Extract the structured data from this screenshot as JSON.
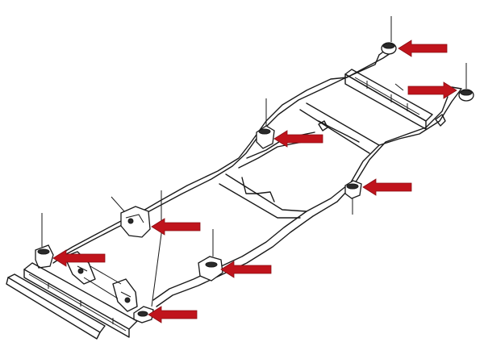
{
  "colors": {
    "arrow": "#c0141c",
    "line": "#1a1a1a",
    "background": "#ffffff"
  },
  "markers": [
    {
      "id": "rear-left-bushing",
      "direction": "left"
    },
    {
      "id": "rear-right-bushing",
      "direction": "right"
    },
    {
      "id": "mid-left-mount",
      "direction": "left"
    },
    {
      "id": "mid-right-mount",
      "direction": "left"
    },
    {
      "id": "front-center-bracket",
      "direction": "left"
    },
    {
      "id": "front-left-mount",
      "direction": "left"
    },
    {
      "id": "front-right-mount",
      "direction": "left"
    },
    {
      "id": "front-lower-mount",
      "direction": "left"
    }
  ]
}
